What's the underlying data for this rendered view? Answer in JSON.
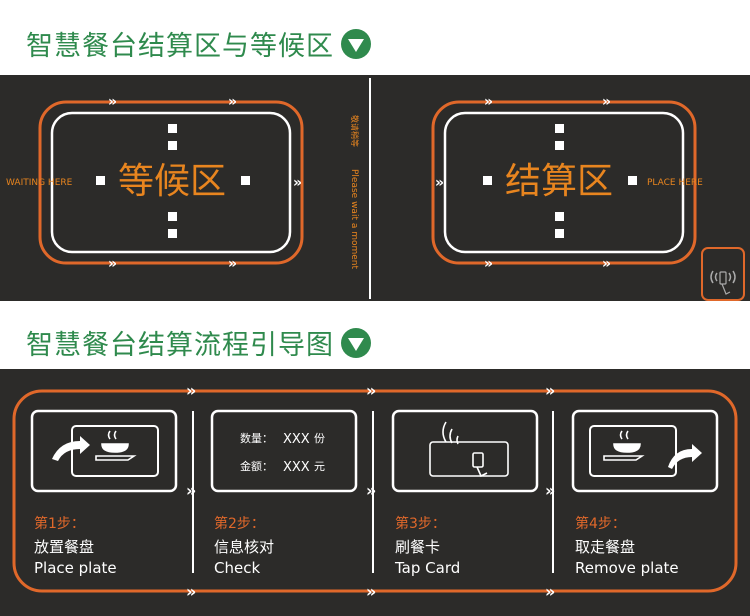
{
  "section1": {
    "heading": "智慧餐台结算区与等候区",
    "waiting_zone": {
      "title": "等候区",
      "side_label": "WAITING HERE"
    },
    "vertical_note": {
      "cn": "敬请稍等",
      "en": "Please wait a moment"
    },
    "checkout_zone": {
      "title": "结算区",
      "side_label": "PLACE HERE"
    }
  },
  "section2": {
    "heading": "智慧餐台结算流程引导图",
    "steps": [
      {
        "step": "第1步：",
        "cn": "放置餐盘",
        "en": "Place plate"
      },
      {
        "step": "第2步：",
        "cn": "信息核对",
        "en": "Check"
      },
      {
        "step": "第3步：",
        "cn": "刷餐卡",
        "en": "Tap Card"
      },
      {
        "step": "第4步：",
        "cn": "取走餐盘",
        "en": "Remove plate"
      }
    ],
    "check_card": {
      "qty_label": "数量：",
      "qty_value": "XXX",
      "qty_unit": "份",
      "amount_label": "金额：",
      "amount_value": "XXX",
      "amount_unit": "元"
    },
    "arrow_glyph": "»"
  },
  "colors": {
    "green": "#2f8a4d",
    "orange": "#e0682a",
    "panel": "#2c2b29",
    "white": "#ffffff",
    "amber": "#e8851f"
  },
  "icons": [
    "down-triangle-icon",
    "nfc-icon",
    "plate-icon",
    "arrow-icon",
    "card-reader-icon"
  ]
}
